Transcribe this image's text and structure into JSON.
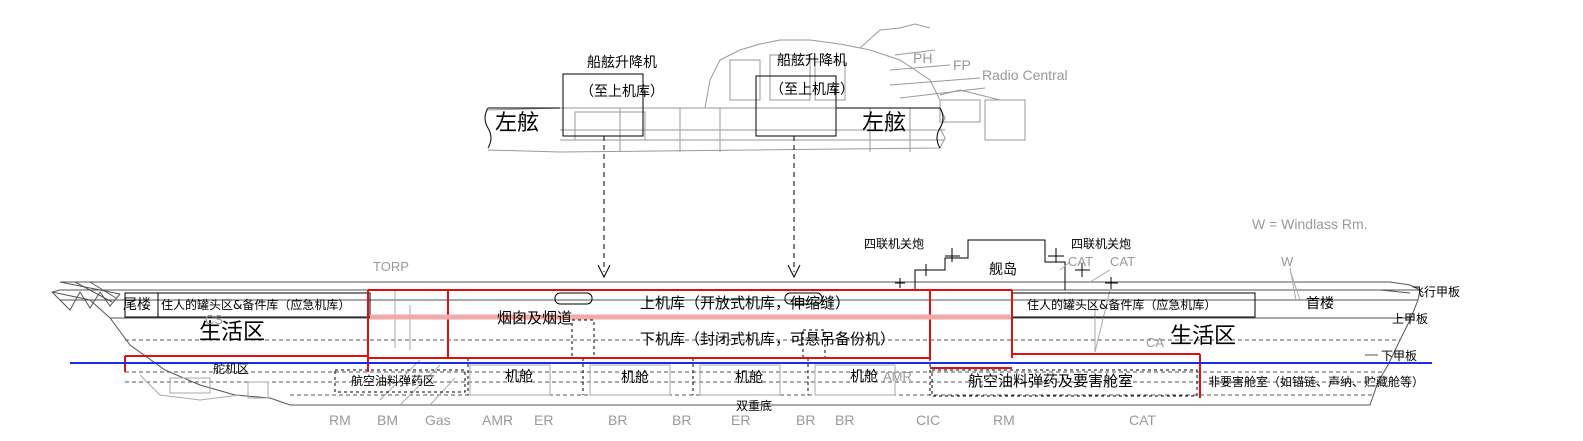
{
  "elevator_labels": {
    "left_title": "船舷升降机",
    "left_sub": "（至上机库）",
    "right_title": "船舷升降机",
    "right_sub": "（至上机库）",
    "port_left": "左舷",
    "port_right": "左舷"
  },
  "upper_sketch_labels": {
    "ph": "PH",
    "fp": "FP",
    "radio": "Radio Central"
  },
  "island": {
    "quad_left": "四联机关炮",
    "quad_right": "四联机关炮",
    "island": "舰岛",
    "windlass": "W = Windlass Rm.",
    "w": "W",
    "cat_top_a": "CAT",
    "cat_top_b": "CAT",
    "torp": "TORP"
  },
  "decks": {
    "flight": "飞行甲板",
    "upper": "上甲板",
    "lower": "下甲板"
  },
  "compartments": {
    "stern": "尾楼",
    "aft_manned": "住人的罐头区&备件库（应急机库）",
    "fwd_manned": "住人的罐头区&备件库（应急机库）",
    "bow": "首楼",
    "living_aft": "生活区",
    "living_fwd": "生活区",
    "upper_hangar": "上机库（开放式机库，伸缩缝）",
    "lower_hangar": "下机库（封闭式机库，可悬吊备份机）",
    "funnel": "烟囱及烟道",
    "steering": "舵机区",
    "avfuel_aft": "航空油料弹药区",
    "avfuel_fwd": "航空油料弹药及要害舱室",
    "engine1": "机舱",
    "engine2": "机舱",
    "engine3": "机舱",
    "engine4": "机舱",
    "double_bottom": "双重底",
    "nonvital": "非要害舱室（如锚链、声纳、贮藏舱等）",
    "cs": "CS",
    "amr_mid": "AMR",
    "ca": "CA"
  },
  "bottom_codes": [
    "RM",
    "BM",
    "Gas",
    "AMR",
    "ER",
    "BR",
    "BR",
    "ER",
    "BR",
    "BR",
    "CIC",
    "RM",
    "CAT"
  ],
  "colors": {
    "red": "#e01010",
    "pink": "#f4a8a8",
    "blue": "#1a2ee8",
    "line": "#555555",
    "sketch": "#9a9a9a"
  }
}
